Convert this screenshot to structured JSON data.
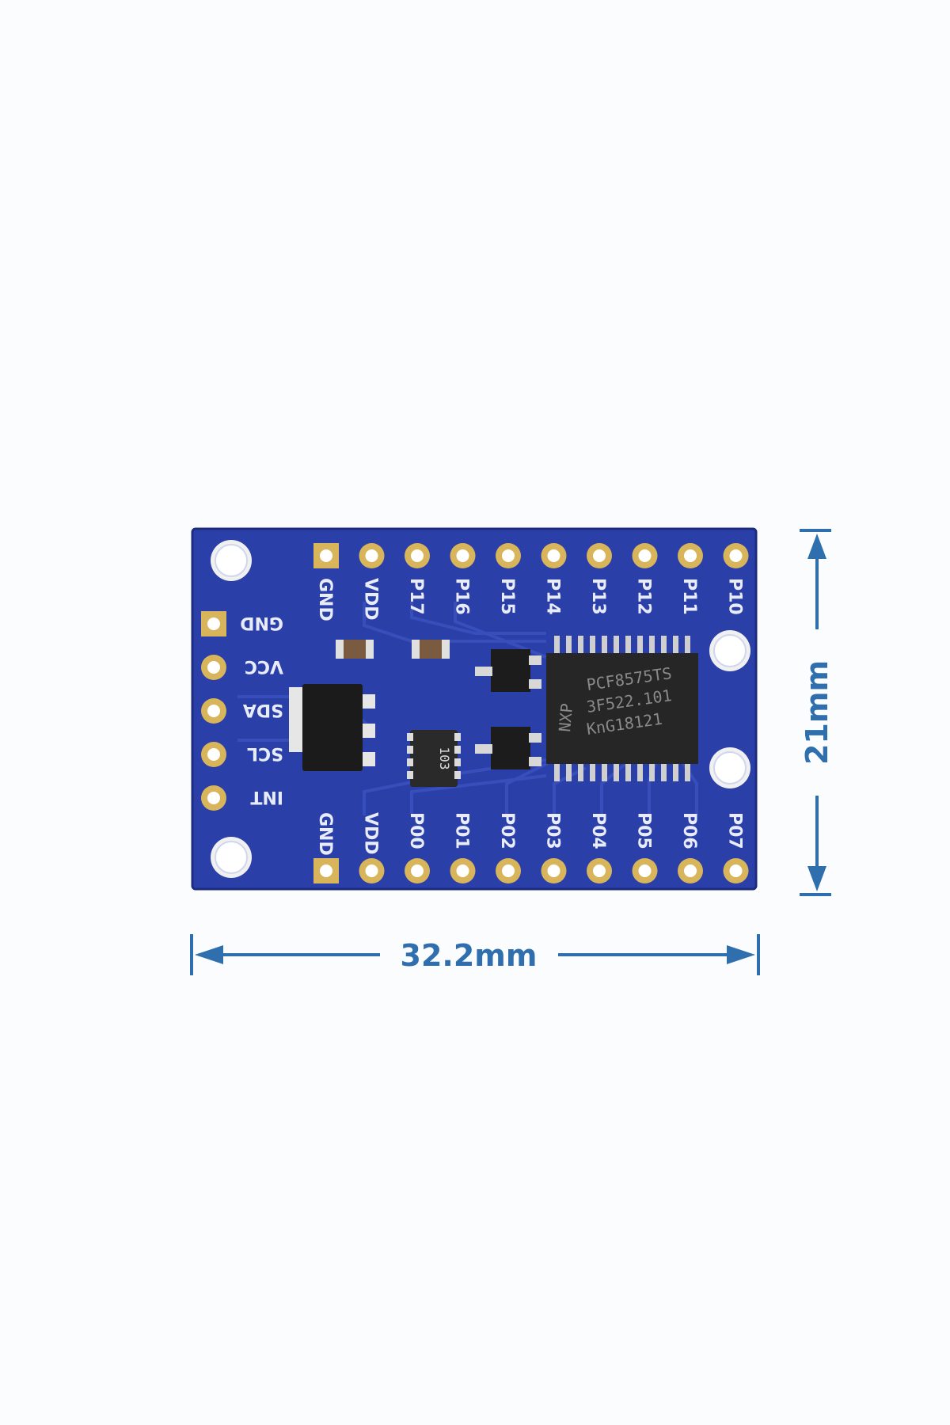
{
  "board": {
    "top_pins": [
      "GND",
      "VDD",
      "P17",
      "P16",
      "P15",
      "P14",
      "P13",
      "P12",
      "P11",
      "P10"
    ],
    "bottom_pins": [
      "GND",
      "VDD",
      "P00",
      "P01",
      "P02",
      "P03",
      "P04",
      "P05",
      "P06",
      "P07"
    ],
    "left_pins": [
      "GND",
      "VCC",
      "SDA",
      "SCL",
      "INT"
    ],
    "chip_marking": {
      "logo": "NXP",
      "line1": "PCF8575TS",
      "line2": "3F522.101",
      "line3": "KnG18121"
    },
    "resistor_network_marking": "103",
    "pcb_color": "#2b3fa8",
    "pad_color": "#d8b45a"
  },
  "dimensions": {
    "width": "32.2mm",
    "height": "21mm",
    "color": "#2f6fae"
  }
}
